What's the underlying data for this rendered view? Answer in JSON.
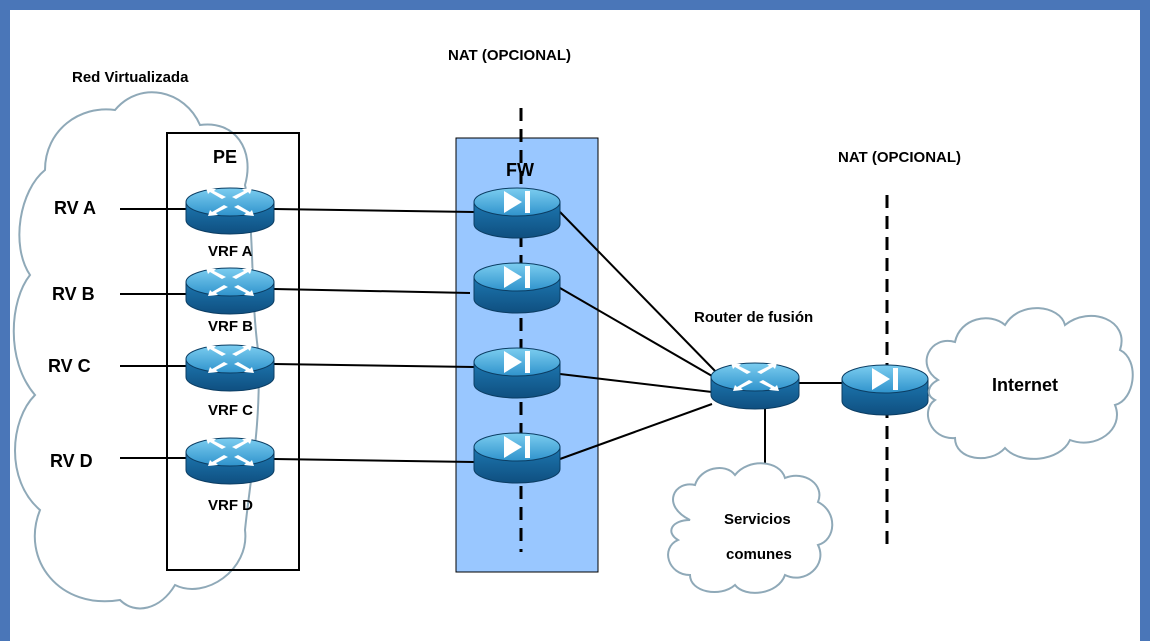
{
  "labels": {
    "red_virtualizada": "Red Virtualizada",
    "nat_top": "NAT (OPCIONAL)",
    "nat_right": "NAT (OPCIONAL)",
    "pe": "PE",
    "fw": "FW",
    "router_fusion": "Router de fusión",
    "internet": "Internet",
    "servicios_line1": "Servicios",
    "servicios_line2": "comunes"
  },
  "networks": [
    {
      "rv": "RV A",
      "vrf": "VRF A"
    },
    {
      "rv": "RV B",
      "vrf": "VRF B"
    },
    {
      "rv": "RV C",
      "vrf": "VRF C"
    },
    {
      "rv": "RV D",
      "vrf": "VRF D"
    }
  ],
  "icons": {
    "router": "router-icon",
    "firewall": "firewall-icon",
    "cloud": "cloud-icon"
  },
  "colors": {
    "frame_border": "#4a76b8",
    "fw_zone_fill": "#99c7ff",
    "device_body": "#1f7fb8",
    "device_top": "#5db8e4",
    "cloud_stroke": "#8fa9b8"
  }
}
